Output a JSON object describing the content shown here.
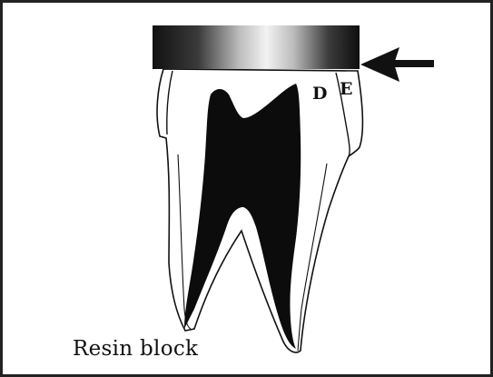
{
  "figure": {
    "label_dentin": "D",
    "label_enamel": "E",
    "caption": "Resin block",
    "colors": {
      "outline": "#111111",
      "pulp": "#0c0c0c",
      "background": "#ffffff"
    },
    "icons": {
      "arrow": "arrow-left-icon"
    }
  }
}
